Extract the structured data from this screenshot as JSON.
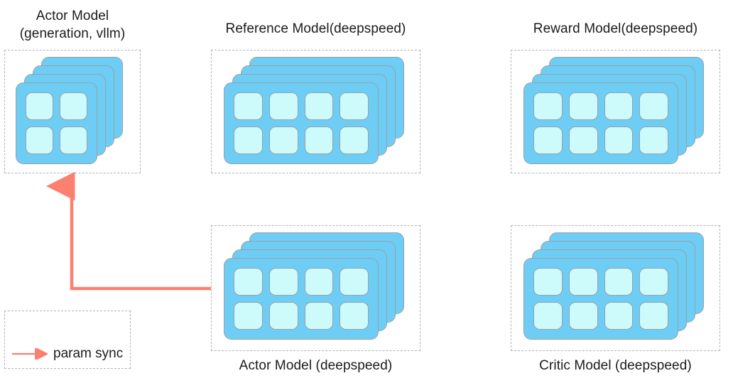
{
  "diagram": {
    "title_hidden": "",
    "accent_color": "#fc8070",
    "card_color": "#6ecdf5",
    "cell_color": "#cdfbfb",
    "border_color": "#9aa0a6",
    "dash_color": "#b3b3b3"
  },
  "groups": [
    {
      "id": "actor-vllm",
      "label": "Actor Model\n(generation, vllm)",
      "label_position": "top",
      "layers": 4,
      "cells": 4,
      "grid": "2x2"
    },
    {
      "id": "reference-model",
      "label": "Reference Model(deepspeed)",
      "label_position": "top",
      "layers": 4,
      "cells": 8,
      "grid": "4x2"
    },
    {
      "id": "reward-model",
      "label": "Reward Model(deepspeed)",
      "label_position": "top",
      "layers": 4,
      "cells": 8,
      "grid": "4x2"
    },
    {
      "id": "actor-deepspeed",
      "label": "Actor Model (deepspeed)",
      "label_position": "bottom",
      "layers": 4,
      "cells": 8,
      "grid": "4x2"
    },
    {
      "id": "critic-model",
      "label": "Critic Model (deepspeed)",
      "label_position": "bottom",
      "layers": 4,
      "cells": 8,
      "grid": "4x2"
    }
  ],
  "legend": {
    "label": "param sync",
    "arrow_color": "#fc8070"
  },
  "connection": {
    "from": "actor-deepspeed",
    "to": "actor-vllm",
    "label": "param sync",
    "color": "#fc8070"
  }
}
